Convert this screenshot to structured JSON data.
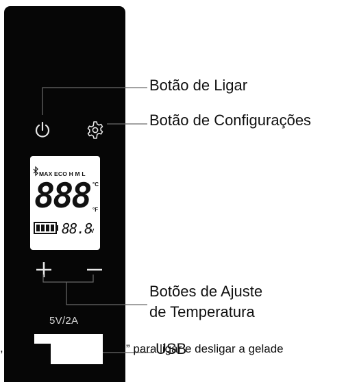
{
  "device": {
    "lcd": {
      "bluetooth_icon": "bluetooth-icon",
      "modes": "MAX ECO H M L",
      "digits": "888",
      "unit_c": "°C",
      "unit_f": "°F",
      "battery_icon": "battery-icon",
      "voltage": "88.8",
      "unit_v": "V"
    },
    "power_icon": "power-icon",
    "settings_icon": "gear-icon",
    "plus_icon": "plus-icon",
    "minus_icon": "minus-icon",
    "spec": "5V/2A"
  },
  "labels": {
    "power": "Botão de Ligar",
    "settings": "Botão de Configurações",
    "temp_line1": "Botões de Ajuste",
    "temp_line2": "de Temperatura",
    "usb": "USB",
    "overlay": "” para ligar e desligar a gelade",
    "left_fragment": ","
  },
  "colors": {
    "panel": "#060606",
    "lcd_bg": "#ffffff",
    "panel_text": "#d8d8d8",
    "label_text": "#111111"
  }
}
